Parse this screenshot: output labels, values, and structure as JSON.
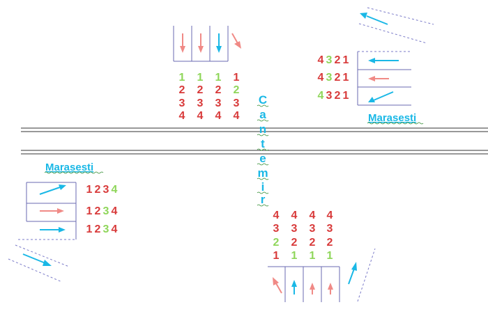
{
  "colors": {
    "red": "#d83a3a",
    "green": "#8fd65a",
    "pink": "#f08a86",
    "blue": "#1ab8e6",
    "lane": "#6a6ab0",
    "dash": "#7a7ac8",
    "road": "#333333"
  },
  "streets": {
    "horizontal_left": "Marasesti",
    "horizontal_right": "Marasesti",
    "vertical_letters": [
      "C",
      "a",
      "n",
      "t",
      "e",
      "m",
      "i",
      "r"
    ]
  },
  "phases": {
    "north": [
      [
        "1",
        "2",
        "3",
        "4"
      ],
      [
        "1",
        "2",
        "3",
        "4"
      ],
      [
        "1",
        "2",
        "3",
        "4"
      ],
      [
        "1",
        "2",
        "3",
        "4"
      ]
    ],
    "north_green": [
      "1",
      "1",
      "1",
      "2"
    ],
    "east": [
      [
        "4",
        "3",
        "2",
        "1"
      ],
      [
        "4",
        "3",
        "2",
        "1"
      ],
      [
        "4",
        "3",
        "2",
        "1"
      ]
    ],
    "east_green": [
      "3",
      "3",
      "4"
    ],
    "west": [
      [
        "1",
        "2",
        "3",
        "4"
      ],
      [
        "1",
        "2",
        "3",
        "4"
      ],
      [
        "1",
        "2",
        "3",
        "4"
      ]
    ],
    "west_green": [
      "4",
      "3",
      "3"
    ],
    "south": [
      [
        "4",
        "3",
        "2",
        "1"
      ],
      [
        "4",
        "3",
        "2",
        "1"
      ],
      [
        "4",
        "3",
        "2",
        "1"
      ],
      [
        "4",
        "3",
        "2",
        "1"
      ]
    ],
    "south_green": [
      "2",
      "1",
      "1",
      "1"
    ]
  }
}
